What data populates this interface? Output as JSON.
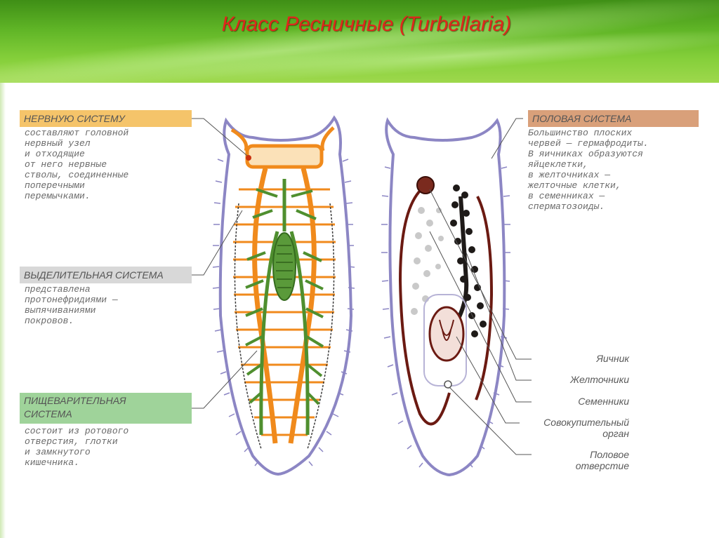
{
  "title": "Класс Ресничные (Turbellaria)",
  "left_annotations": [
    {
      "heading": "НЕРВНУЮ СИСТЕМУ",
      "color": "#f5c46a",
      "text": "составляют головной\nнервный узел\nи отходящие\nот него нервные\nстволы, соединенные\nпоперечными\nперемычками."
    },
    {
      "heading": "ВЫДЕЛИТЕЛЬНАЯ СИСТЕМА",
      "color": "#d8d8d8",
      "text": "представлена\nпротонефридиями —\nвыпячиваниями\nпокровов."
    },
    {
      "heading": "ПИЩЕВАРИТЕЛЬНАЯ\nСИСТЕМА",
      "color": "#9fd39a",
      "text": "состоит из ротового\nотверстия, глотки\nи замкнутого\nкишечника."
    }
  ],
  "right_annotation": {
    "heading": "ПОЛОВАЯ СИСТЕМА",
    "color": "#d9a07a",
    "text": "Большинство плоских\nчервей — гермафродиты.\nВ яичниках образуются\nяйцеклетки,\nв желточниках —\nжелточные клетки,\nв семенниках —\nсперматозоиды."
  },
  "organ_labels": [
    "Яичник",
    "Желточники",
    "Семенники",
    "Совокупительный\nорган",
    "Половое\nотверстие"
  ],
  "colors": {
    "nervous": "#f08a1c",
    "digestive": "#4f8f2f",
    "excretory": "#3a3a3a",
    "reproductive": "#6b1a12",
    "outline": "#8c86c4"
  }
}
